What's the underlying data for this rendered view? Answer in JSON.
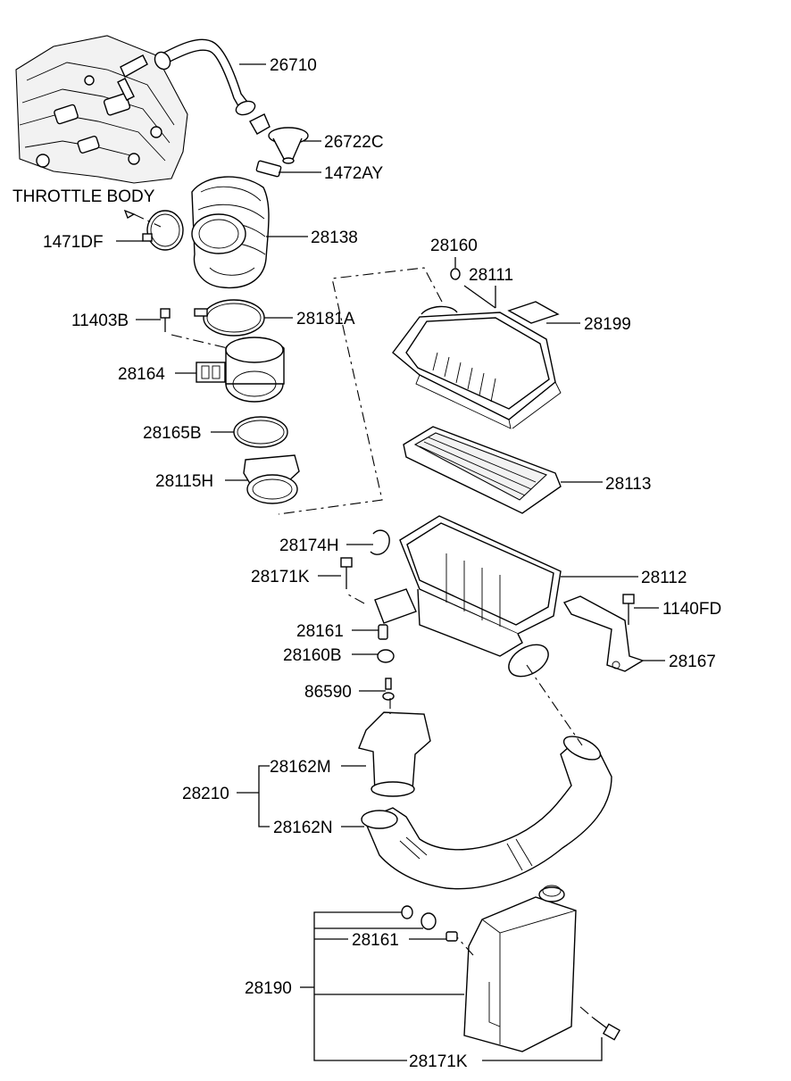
{
  "diagram": {
    "throttle_body_label": "THROTTLE BODY",
    "part_numbers": {
      "p26710": "26710",
      "p26722C": "26722C",
      "p1472AY": "1472AY",
      "p28138": "28138",
      "p1471DF": "1471DF",
      "p28160": "28160",
      "p28111": "28111",
      "p28199": "28199",
      "p11403B": "11403B",
      "p28181A": "28181A",
      "p28164": "28164",
      "p28165B": "28165B",
      "p28115H": "28115H",
      "p28113": "28113",
      "p28174H": "28174H",
      "p28171K_top": "28171K",
      "p28112": "28112",
      "p1140FD": "1140FD",
      "p28161_top": "28161",
      "p28167": "28167",
      "p28160B": "28160B",
      "p86590": "86590",
      "p28162M": "28162M",
      "p28210": "28210",
      "p28162N": "28162N",
      "p28161_bottom": "28161",
      "p28190": "28190",
      "p28171K_bottom": "28171K"
    },
    "components": [
      "engine-head-illustration",
      "breather-hose",
      "intake-hose",
      "hose-clamp",
      "air-cleaner-cover",
      "air-filter-element",
      "air-cleaner-body",
      "air-flow-sensor",
      "gasket-ring",
      "adapter-duct",
      "bracket",
      "resonator-duct",
      "intake-duct-hose",
      "resonator-tank"
    ]
  }
}
